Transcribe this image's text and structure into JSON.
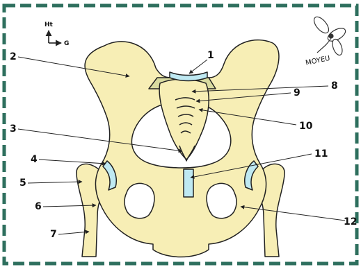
{
  "colors": {
    "frame": "#2e6f5e",
    "bone": "#f7eeb5",
    "bone_outline": "#222222",
    "cartilage": "#bfe9f2",
    "sacrum_shadow": "#d9dba0"
  },
  "orientation": {
    "up_label": "Ht",
    "right_label": "G"
  },
  "logo": {
    "text": "MOYEU",
    "icon": "propeller-icon"
  },
  "labels": [
    {
      "number": "1"
    },
    {
      "number": "2"
    },
    {
      "number": "3"
    },
    {
      "number": "4"
    },
    {
      "number": "5"
    },
    {
      "number": "6"
    },
    {
      "number": "7"
    },
    {
      "number": "8"
    },
    {
      "number": "9"
    },
    {
      "number": "10"
    },
    {
      "number": "11"
    },
    {
      "number": "12"
    }
  ]
}
